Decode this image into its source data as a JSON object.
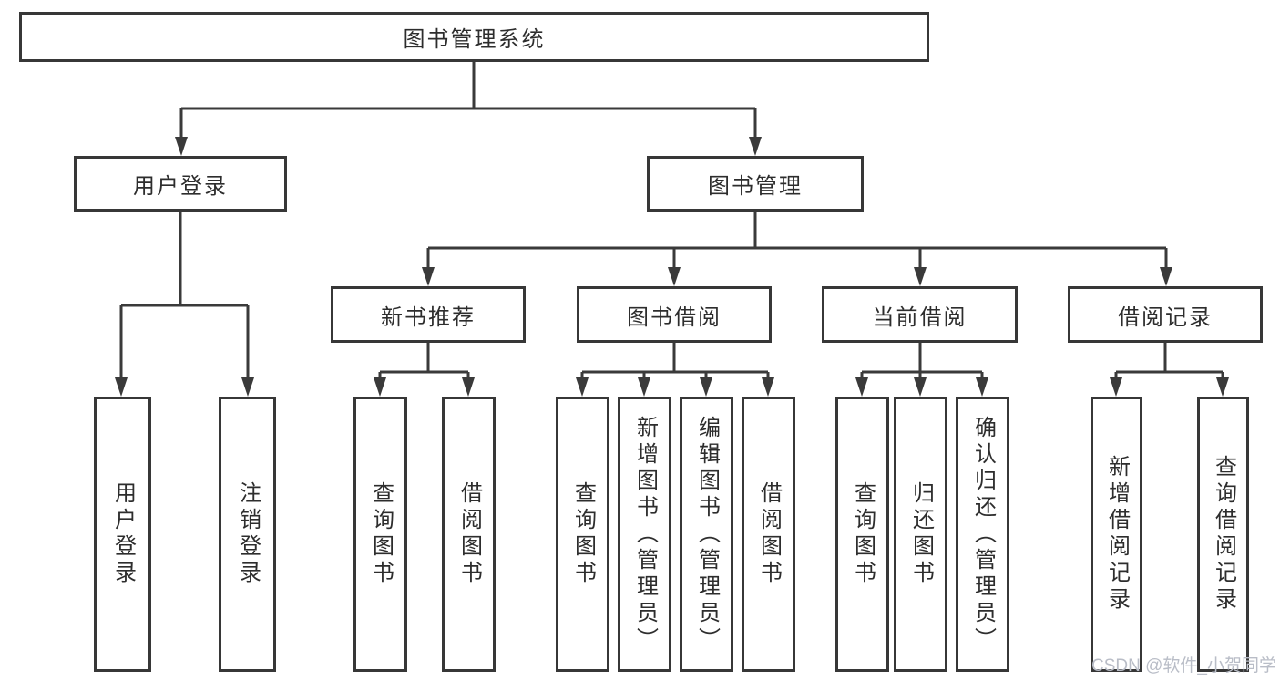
{
  "diagram": {
    "root": "图书管理系统",
    "user": {
      "label": "用户登录",
      "children": [
        "用户登录",
        "注销登录"
      ]
    },
    "book": {
      "label": "图书管理",
      "sections": [
        {
          "label": "新书推荐",
          "children": [
            "查询图书",
            "借阅图书"
          ]
        },
        {
          "label": "图书借阅",
          "children": [
            "查询图书",
            "新增图书（管理员）",
            "编辑图书（管理员）",
            "借阅图书"
          ]
        },
        {
          "label": "当前借阅",
          "children": [
            "查询图书",
            "归还图书",
            "确认归还（管理员）"
          ]
        },
        {
          "label": "借阅记录",
          "children": [
            "新增借阅记录",
            "查询借阅记录"
          ]
        }
      ]
    }
  },
  "watermark": "CSDN @软件_小贺同学",
  "colors": {
    "line": "#3a3a3a",
    "border": "#373737",
    "text": "#2d2d2d",
    "watermark": "#b9bdc7",
    "background": "#ffffff"
  }
}
